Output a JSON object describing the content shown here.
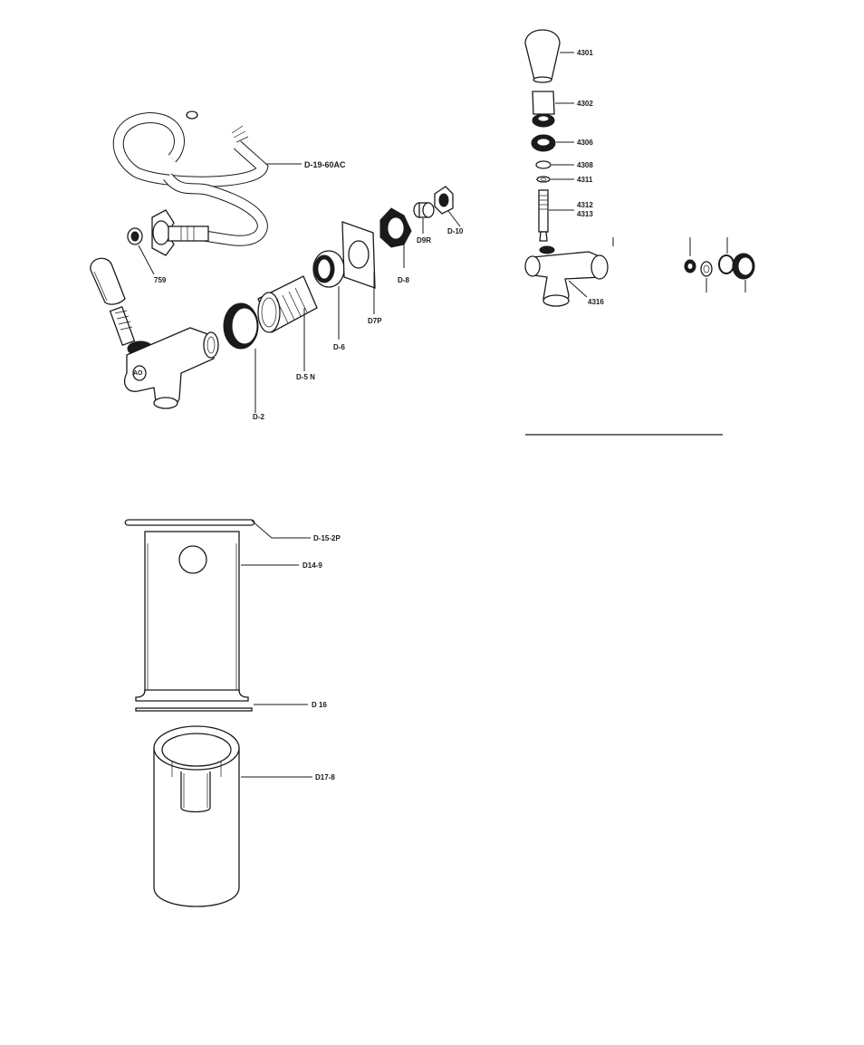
{
  "labels": {
    "hose": "D-19-60AC",
    "washer_759": "759",
    "d10": "D-10",
    "d9r": "D9R",
    "d8": "D-8",
    "d7p": "D7P",
    "d6": "D-6",
    "d5n": "D-5 N",
    "d2": "D-2",
    "p4301": "4301",
    "p4302": "4302",
    "p4306": "4306",
    "p4308": "4308",
    "p4311": "4311",
    "p4312": "4312",
    "p4313": "4313",
    "p4316": "4316",
    "d152p": "D-15-2P",
    "d149": "D14-9",
    "d16": "D 16",
    "d178": "D17-8"
  },
  "colors": {
    "ink": "#1a1a1a",
    "paper": "#ffffff"
  }
}
